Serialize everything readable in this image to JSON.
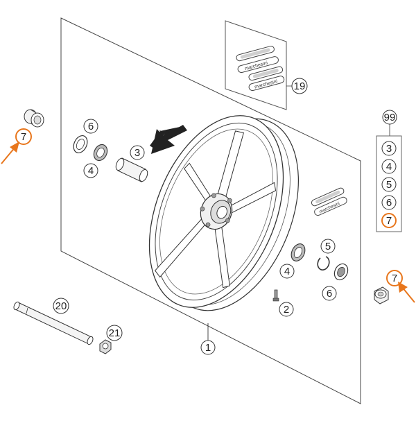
{
  "diagram": {
    "callouts": {
      "c1": "1",
      "c2": "2",
      "c3": "3",
      "c4a": "4",
      "c4b": "4",
      "c5": "5",
      "c6a": "6",
      "c6b": "6",
      "c7_left": "7",
      "c7_right": "7",
      "c19": "19",
      "c20": "20",
      "c21": "21",
      "c99": "99"
    },
    "kit_list": [
      "3",
      "4",
      "5",
      "6",
      "7"
    ],
    "sticker_text": "marchesini",
    "colors": {
      "highlight": "#e8761c",
      "line": "#333333",
      "background": "#ffffff"
    },
    "icons": [
      "arrow-icon",
      "wheel-rim",
      "spacer",
      "bearing",
      "seal",
      "circlip",
      "axle",
      "nut",
      "valve"
    ]
  }
}
